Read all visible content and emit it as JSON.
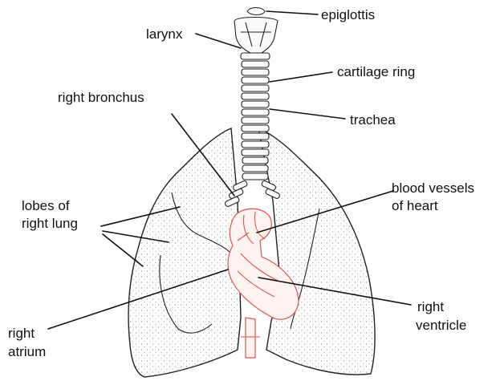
{
  "labels": {
    "epiglottis": "epiglottis",
    "larynx": "larynx",
    "cartilage_ring": "cartilage ring",
    "trachea": "trachea",
    "right_bronchus": "right bronchus",
    "lobes_line1": "lobes of",
    "lobes_line2": "right lung",
    "blood_line1": "blood vessels",
    "blood_line2": "of heart",
    "right_ventricle_line1": "right",
    "right_ventricle_line2": "ventricle",
    "right_atrium_line1": "right",
    "right_atrium_line2": "atrium"
  },
  "colors": {
    "ink": "#111111",
    "heart_red": "#d9534f"
  }
}
